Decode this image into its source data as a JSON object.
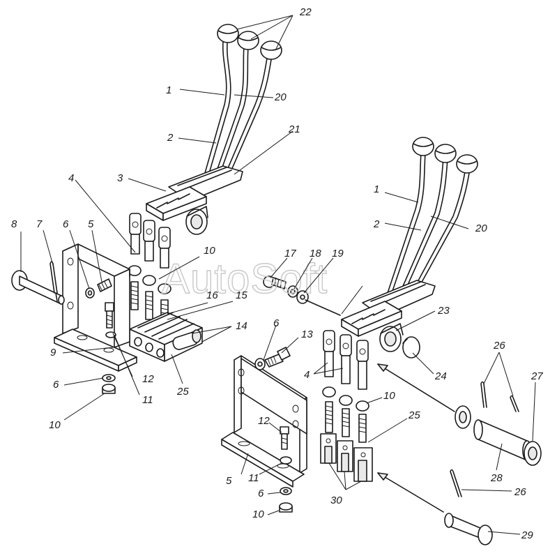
{
  "watermark": "AutoSoft",
  "labels": {
    "l1a": "1",
    "l1b": "1",
    "l2a": "2",
    "l2b": "2",
    "l3": "3",
    "l4a": "4",
    "l4b": "4",
    "l5a": "5",
    "l5b": "5",
    "l6a": "6",
    "l6b": "6",
    "l6c": "6",
    "l6d": "6",
    "l7": "7",
    "l8": "8",
    "l9": "9",
    "l10a": "10",
    "l10b": "10",
    "l10c": "10",
    "l10d": "10",
    "l11a": "11",
    "l11b": "11",
    "l12a": "12",
    "l12b": "12",
    "l13": "13",
    "l14": "14",
    "l15": "15",
    "l16": "16",
    "l17": "17",
    "l18": "18",
    "l19": "19",
    "l20a": "20",
    "l20b": "20",
    "l21": "21",
    "l22": "22",
    "l23": "23",
    "l24": "24",
    "l25a": "25",
    "l25b": "25",
    "l26a": "26",
    "l26b": "26",
    "l27": "27",
    "l28": "28",
    "l29": "29",
    "l30": "30"
  }
}
